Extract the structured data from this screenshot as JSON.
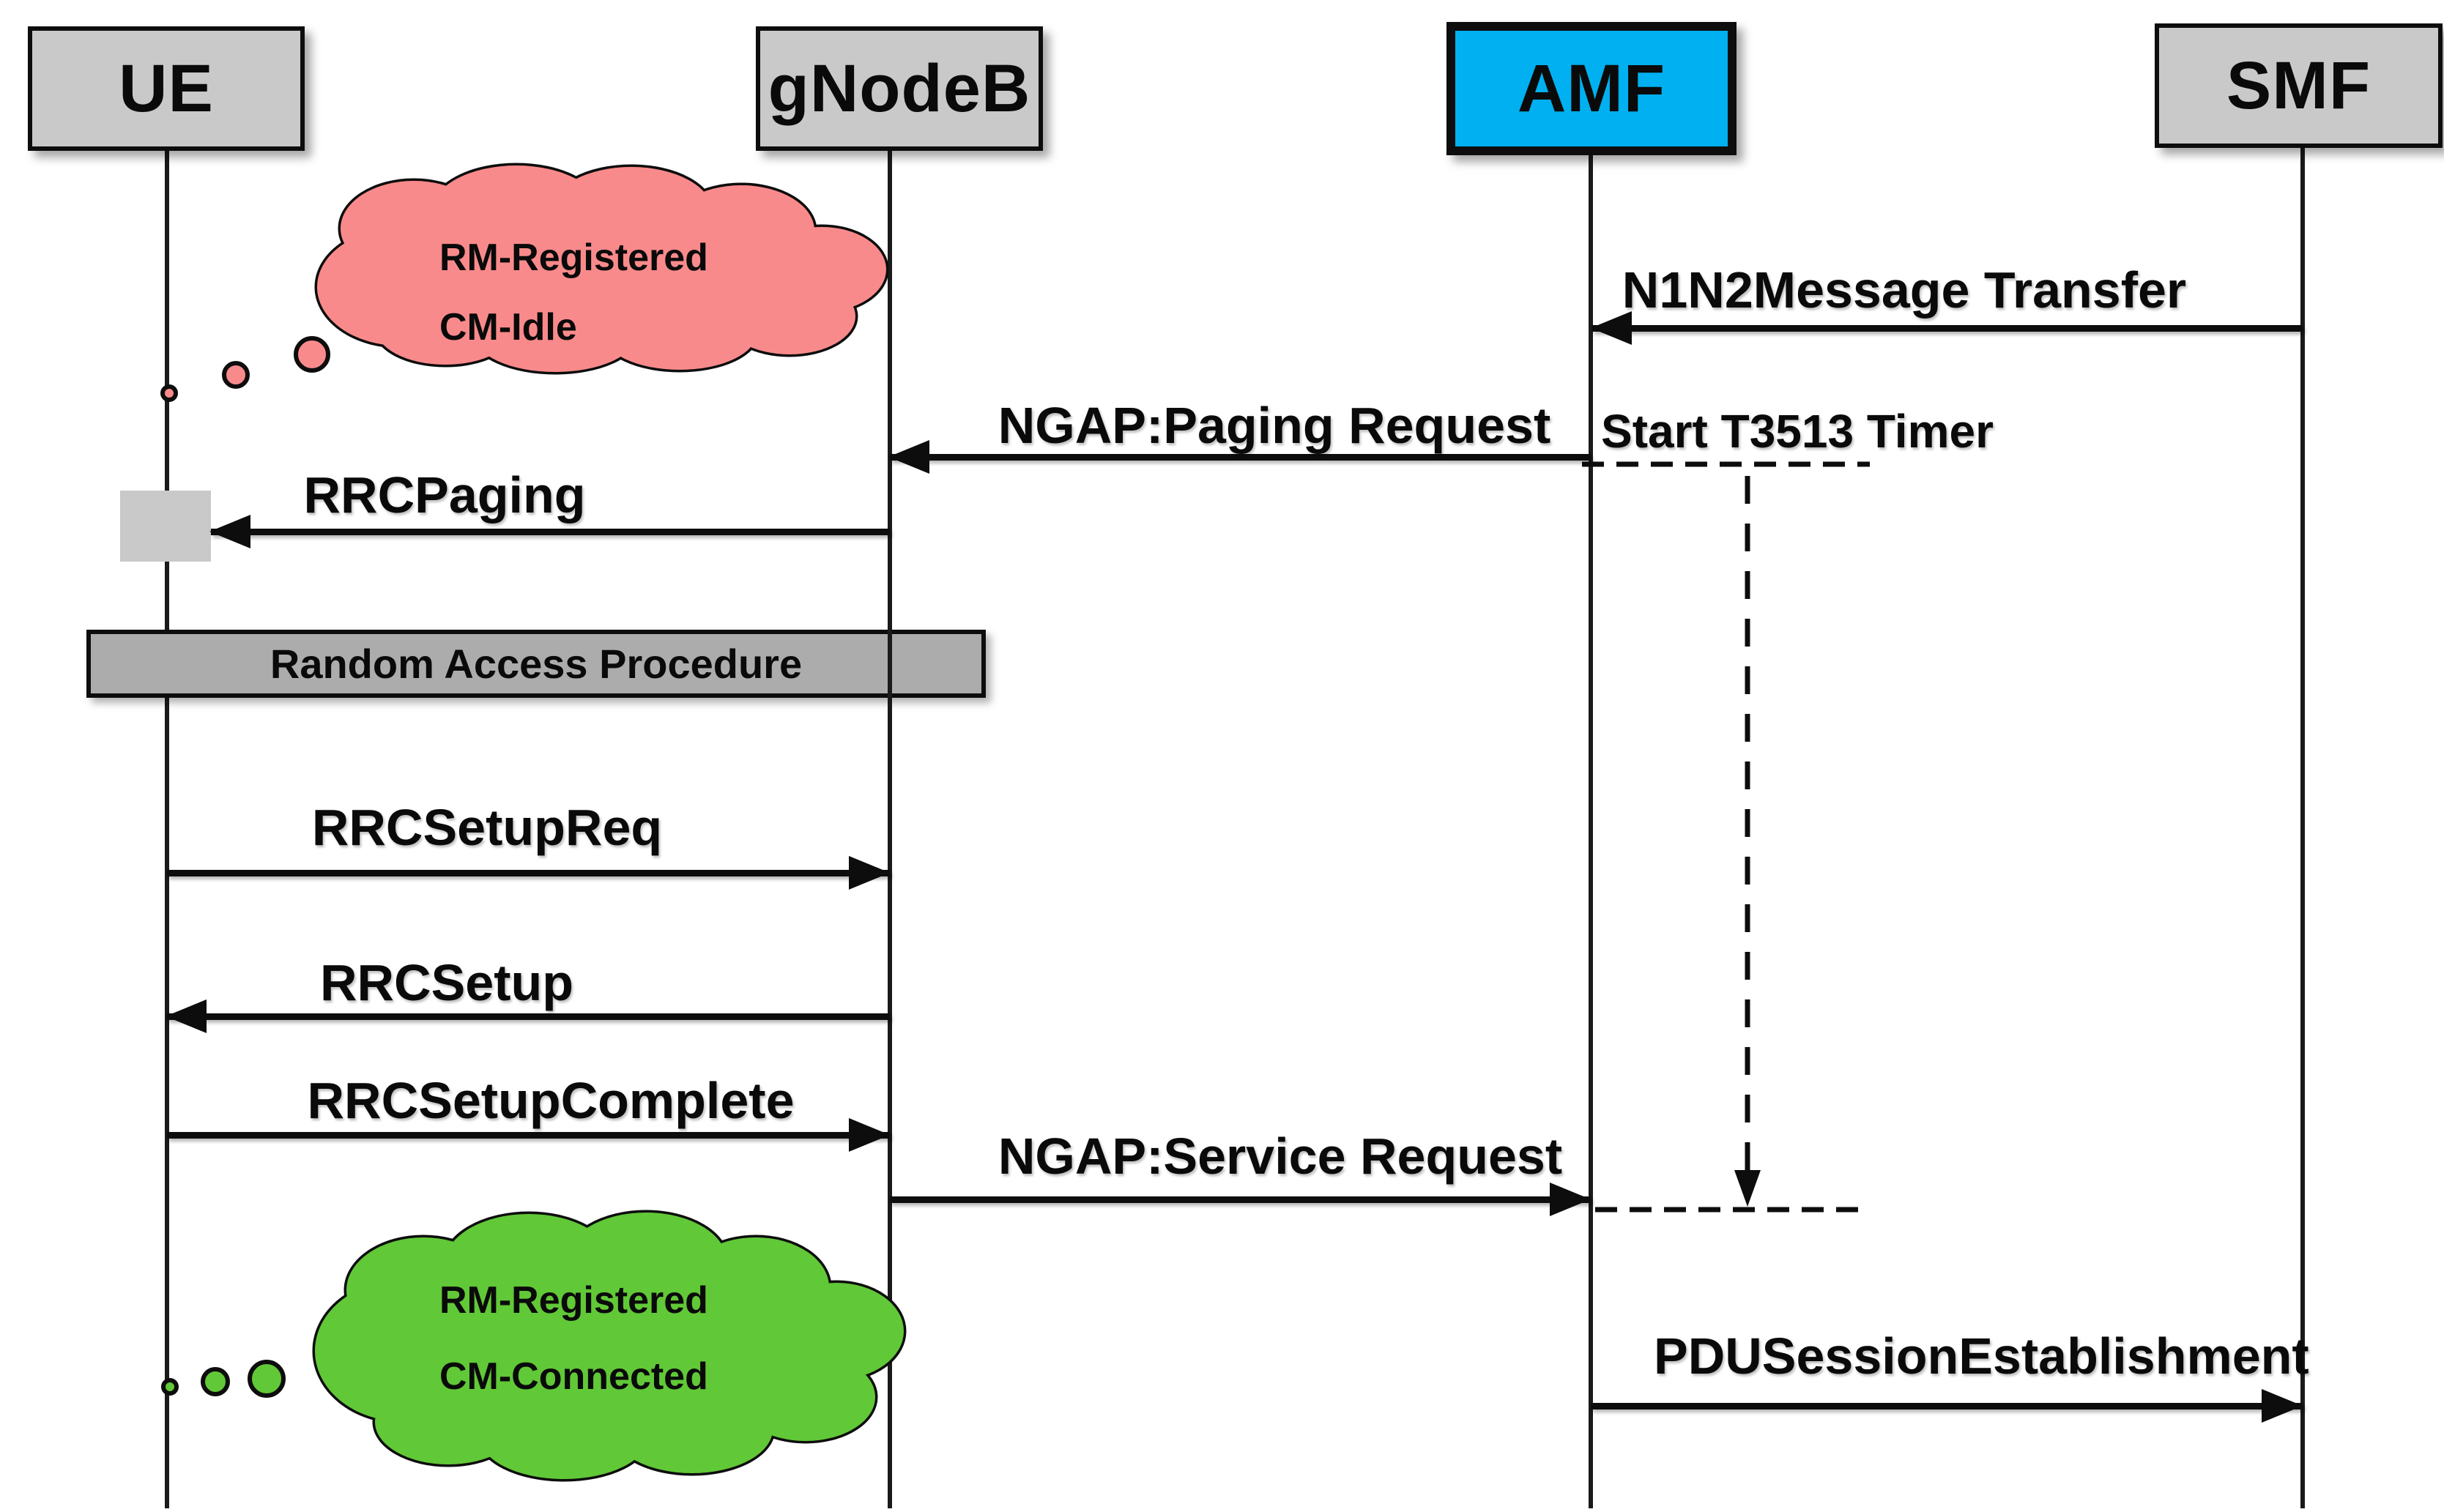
{
  "colors": {
    "actor-fill": "#c9c9c9",
    "amf-fill": "#00b0f0",
    "note-fill": "#acacac",
    "activation-fill": "#c9c9c9",
    "cloud-pink": "#f98a8b",
    "cloud-green": "#61c837"
  },
  "actors": [
    {
      "id": "ue",
      "label": "UE"
    },
    {
      "id": "gnodeb",
      "label": "gNodeB"
    },
    {
      "id": "amf",
      "label": "AMF"
    },
    {
      "id": "smf",
      "label": "SMF"
    }
  ],
  "messages": [
    {
      "id": "n1n2",
      "label": "N1N2Message Transfer",
      "from": "SMF",
      "to": "AMF"
    },
    {
      "id": "paging",
      "label": "NGAP:Paging Request",
      "from": "AMF",
      "to": "gNodeB"
    },
    {
      "id": "rrcpaging",
      "label": "RRCPaging",
      "from": "gNodeB",
      "to": "UE"
    },
    {
      "id": "rrcsetupreq",
      "label": "RRCSetupReq",
      "from": "UE",
      "to": "gNodeB"
    },
    {
      "id": "rrcsetup",
      "label": "RRCSetup",
      "from": "gNodeB",
      "to": "UE"
    },
    {
      "id": "rrcsetupcomplete",
      "label": "RRCSetupComplete",
      "from": "UE",
      "to": "gNodeB"
    },
    {
      "id": "servicereq",
      "label": "NGAP:Service Request",
      "from": "gNodeB",
      "to": "AMF"
    },
    {
      "id": "pdu",
      "label": "PDUSessionEstablishment",
      "from": "AMF",
      "to": "SMF"
    }
  ],
  "note": {
    "label": "Random Access Procedure"
  },
  "timer": {
    "label": "Start T3513 Timer"
  },
  "clouds": [
    {
      "id": "ue-state-idle",
      "lines": [
        "RM-Registered",
        "CM-Idle"
      ]
    },
    {
      "id": "ue-state-connected",
      "lines": [
        "RM-Registered",
        "CM-Connected"
      ]
    }
  ]
}
